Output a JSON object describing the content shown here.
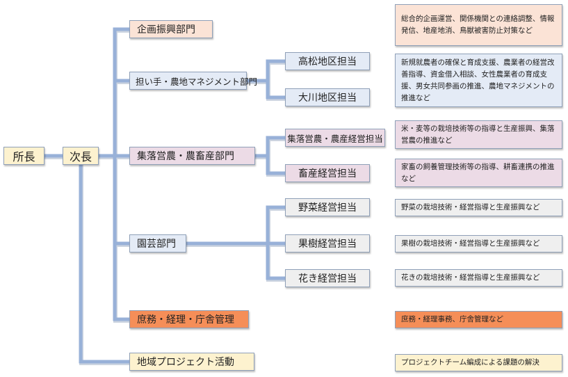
{
  "director": "所長",
  "deputy": "次長",
  "departments": [
    {
      "id": "planning",
      "label": "企画振興部門"
    },
    {
      "id": "farmer",
      "label": "担い手・農地マネジメント部門"
    },
    {
      "id": "collective",
      "label": "集落営農・農畜産部門"
    },
    {
      "id": "horticulture",
      "label": "園芸部門"
    },
    {
      "id": "general",
      "label": "庶務・経理・庁舎管理"
    },
    {
      "id": "project",
      "label": "地域プロジェクト活動"
    }
  ],
  "sections": [
    {
      "id": "takamatsu",
      "label": "高松地区担当"
    },
    {
      "id": "okawa",
      "label": "大川地区担当"
    },
    {
      "id": "collective-farm",
      "label": "集落営農・農産経営担当"
    },
    {
      "id": "livestock",
      "label": "畜産経営担当"
    },
    {
      "id": "vegetable",
      "label": "野菜経営担当"
    },
    {
      "id": "fruit",
      "label": "果樹経営担当"
    },
    {
      "id": "flower",
      "label": "花き経営担当"
    }
  ],
  "descriptions": [
    {
      "id": "planning",
      "text": "総合的企画運営、関係機関との連絡調整、情報発信、地産地消、鳥獣被害防止対策など"
    },
    {
      "id": "farmer",
      "text": "新規就農者の確保と育成支援、農業者の経営改善指導、資金借入相談、女性農業者の育成支援、男女共同参画の推進、農地マネジメントの推進など"
    },
    {
      "id": "collective",
      "text": "米・麦等の栽培技術等の指導と生産振興、集落営農の推進など"
    },
    {
      "id": "livestock",
      "text": "家畜の飼養管理技術等の指導、耕畜連携の推進など"
    },
    {
      "id": "vegetable",
      "text": "野菜の栽培技術・経営指導と生産振興など"
    },
    {
      "id": "fruit",
      "text": "果樹の栽培技術・経営指導と生産振興など"
    },
    {
      "id": "flower",
      "text": "花きの栽培技術・経営指導と生産振興など"
    },
    {
      "id": "general",
      "text": "庶務・経理事務、庁舎管理など"
    },
    {
      "id": "project",
      "text": "プロジェクトチーム編成による課題の解決"
    }
  ]
}
